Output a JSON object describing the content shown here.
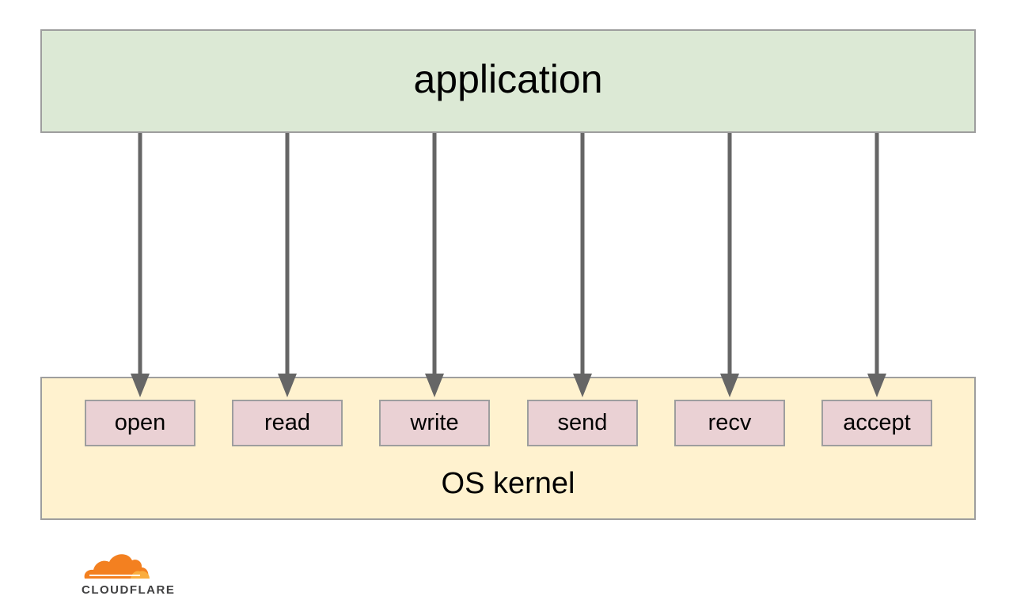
{
  "application": {
    "label": "application"
  },
  "kernel": {
    "label": "OS kernel"
  },
  "syscalls": [
    {
      "label": "open"
    },
    {
      "label": "read"
    },
    {
      "label": "write"
    },
    {
      "label": "send"
    },
    {
      "label": "recv"
    },
    {
      "label": "accept"
    }
  ],
  "logo": {
    "wordmark": "CLOUDFLARE"
  },
  "colors": {
    "application_fill": "#dce9d5",
    "kernel_fill": "#fff2cf",
    "syscall_fill": "#ead1d4",
    "border": "#9e9e9e",
    "arrow": "#666666",
    "logo_orange": "#f38020",
    "logo_light_orange": "#faad3f"
  }
}
